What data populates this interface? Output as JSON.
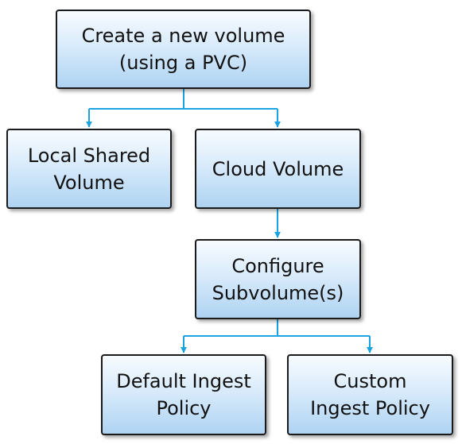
{
  "colors": {
    "connector": "#1aa3e0",
    "box_border": "#1a1a1a",
    "box_fill_top": "#f7fbff",
    "box_fill_bottom": "#aed3f2"
  },
  "nodes": {
    "create": {
      "line1": "Create a new volume",
      "line2": "(using a PVC)"
    },
    "local": {
      "line1": "Local Shared",
      "line2": "Volume"
    },
    "cloud": {
      "line1": "Cloud Volume"
    },
    "config": {
      "line1": "Configure",
      "line2": "Subvolume(s)"
    },
    "default": {
      "line1": "Default Ingest",
      "line2": "Policy"
    },
    "custom": {
      "line1": "Custom",
      "line2": "Ingest Policy"
    }
  },
  "edges": [
    {
      "from": "create",
      "to": "local"
    },
    {
      "from": "create",
      "to": "cloud"
    },
    {
      "from": "cloud",
      "to": "config"
    },
    {
      "from": "config",
      "to": "default"
    },
    {
      "from": "config",
      "to": "custom"
    }
  ]
}
